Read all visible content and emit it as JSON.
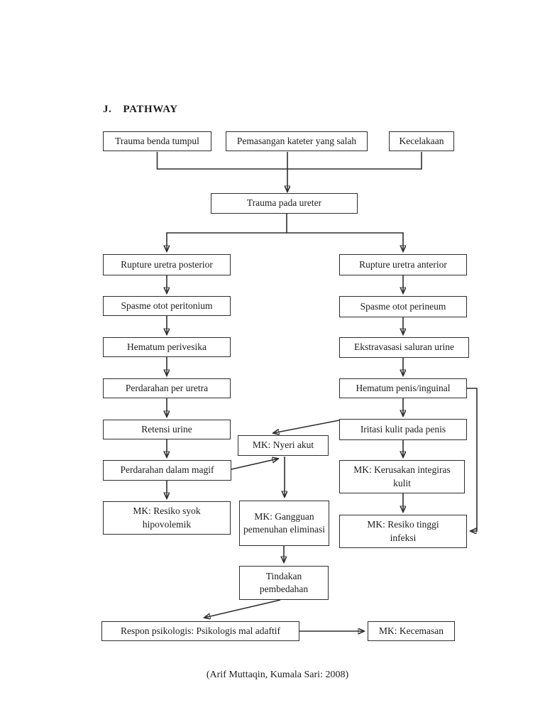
{
  "page": {
    "heading_prefix": "J.",
    "heading_title": "PATHWAY",
    "caption": "(Arif Muttaqin, Kumala Sari: 2008)"
  },
  "nodes": {
    "trauma_benda": {
      "label": "Trauma benda tumpul"
    },
    "pemasangan_kateter": {
      "label": "Pemasangan kateter yang salah"
    },
    "kecelakaan": {
      "label": "Kecelakaan"
    },
    "trauma_ureter": {
      "label": "Trauma pada ureter"
    },
    "rupture_posterior": {
      "label": "Rupture uretra posterior"
    },
    "spasme_peritonium": {
      "label": "Spasme otot peritonium"
    },
    "hematum_perivesika": {
      "label": "Hematum perivesika"
    },
    "perdarahan_per_uretra": {
      "label": "Perdarahan per uretra"
    },
    "retensi_urine": {
      "label": "Retensi urine"
    },
    "perdarahan_dalam_magif": {
      "label": "Perdarahan dalam magif"
    },
    "mk_resiko_syok": {
      "label": "MK: Resiko syok hipovolemik"
    },
    "rupture_anterior": {
      "label": "Rupture uretra anterior"
    },
    "spasme_perineum": {
      "label": "Spasme otot perineum"
    },
    "ekstravasasi": {
      "label": "Ekstravasasi saluran urine"
    },
    "hematum_penis": {
      "label": "Hematum penis/inguinal"
    },
    "iritasi_kulit": {
      "label": "Iritasi kulit pada penis"
    },
    "mk_kerusakan_integiras": {
      "label": "MK: Kerusakan integiras kulit"
    },
    "mk_resiko_infeksi": {
      "label": "MK: Resiko tinggi infeksi"
    },
    "mk_nyeri_akut": {
      "label": "MK: Nyeri akut"
    },
    "mk_gangguan_eliminasi": {
      "label": "MK: Gangguan pemenuhan eliminasi"
    },
    "tindakan_pembedahan": {
      "label": "Tindakan pembedahan"
    },
    "respon_psikologis": {
      "label": "Respon psikologis: Psikologis mal adaftif"
    },
    "mk_kecemasan": {
      "label": "MK: Kecemasan"
    }
  },
  "edges": [
    {
      "from": "trauma_benda",
      "to": "trauma_ureter"
    },
    {
      "from": "pemasangan_kateter",
      "to": "trauma_ureter"
    },
    {
      "from": "kecelakaan",
      "to": "trauma_ureter"
    },
    {
      "from": "trauma_ureter",
      "to": "rupture_posterior"
    },
    {
      "from": "trauma_ureter",
      "to": "rupture_anterior"
    },
    {
      "from": "rupture_posterior",
      "to": "spasme_peritonium"
    },
    {
      "from": "spasme_peritonium",
      "to": "hematum_perivesika"
    },
    {
      "from": "hematum_perivesika",
      "to": "perdarahan_per_uretra"
    },
    {
      "from": "perdarahan_per_uretra",
      "to": "retensi_urine"
    },
    {
      "from": "retensi_urine",
      "to": "perdarahan_dalam_magif"
    },
    {
      "from": "perdarahan_dalam_magif",
      "to": "mk_resiko_syok"
    },
    {
      "from": "perdarahan_dalam_magif",
      "to": "mk_nyeri_akut"
    },
    {
      "from": "rupture_anterior",
      "to": "spasme_perineum"
    },
    {
      "from": "spasme_perineum",
      "to": "ekstravasasi"
    },
    {
      "from": "ekstravasasi",
      "to": "hematum_penis"
    },
    {
      "from": "hematum_penis",
      "to": "iritasi_kulit"
    },
    {
      "from": "hematum_penis",
      "to": "mk_resiko_infeksi"
    },
    {
      "from": "iritasi_kulit",
      "to": "mk_kerusakan_integiras"
    },
    {
      "from": "iritasi_kulit",
      "to": "mk_nyeri_akut"
    },
    {
      "from": "mk_kerusakan_integiras",
      "to": "mk_resiko_infeksi"
    },
    {
      "from": "mk_nyeri_akut",
      "to": "mk_gangguan_eliminasi"
    },
    {
      "from": "mk_gangguan_eliminasi",
      "to": "tindakan_pembedahan"
    },
    {
      "from": "tindakan_pembedahan",
      "to": "respon_psikologis"
    },
    {
      "from": "respon_psikologis",
      "to": "mk_kecemasan"
    }
  ]
}
